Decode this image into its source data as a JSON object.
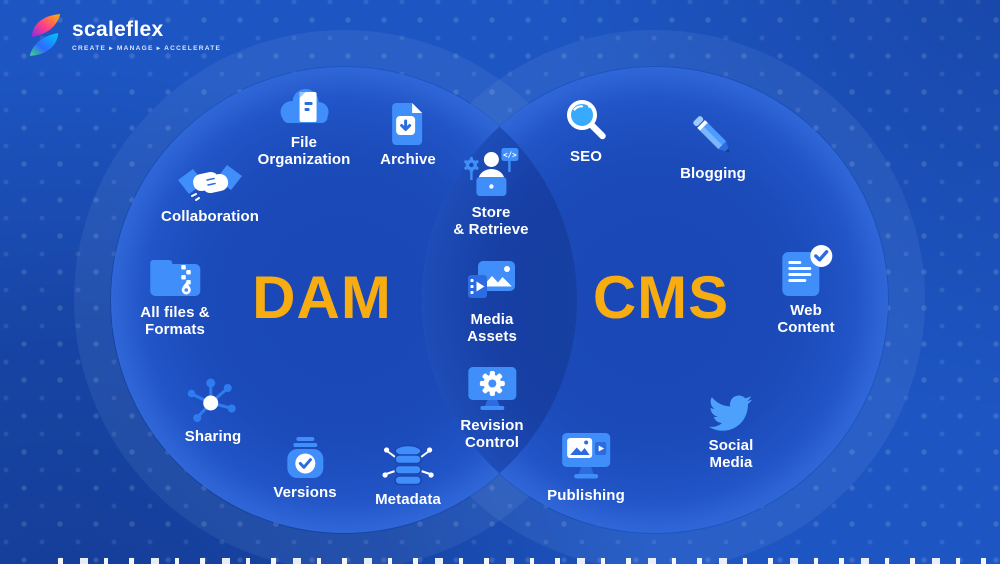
{
  "logo": {
    "brand": "scaleflex",
    "tagline": "CREATE ▸ MANAGE ▸ ACCELERATE"
  },
  "venn": {
    "left_title": "DAM",
    "right_title": "CMS",
    "left_items": [
      {
        "label": "File\nOrganization",
        "icon": "cloud-file-icon"
      },
      {
        "label": "Archive",
        "icon": "archive-download-icon"
      },
      {
        "label": "Collaboration",
        "icon": "handshake-icon"
      },
      {
        "label": "All files &\nFormats",
        "icon": "folder-files-icon"
      },
      {
        "label": "Sharing",
        "icon": "share-network-icon"
      },
      {
        "label": "Versions",
        "icon": "versions-check-icon"
      }
    ],
    "overlap_items": [
      {
        "label": "Store\n& Retrieve",
        "icon": "user-workstation-icon"
      },
      {
        "label": "Media\nAssets",
        "icon": "media-assets-icon"
      },
      {
        "label": "Revision\nControl",
        "icon": "revision-gear-icon"
      },
      {
        "label": "Metadata",
        "icon": "database-icon"
      }
    ],
    "right_items": [
      {
        "label": "SEO",
        "icon": "magnifier-icon"
      },
      {
        "label": "Blogging",
        "icon": "pencil-icon"
      },
      {
        "label": "Web\nContent",
        "icon": "document-check-icon"
      },
      {
        "label": "Social\nMedia",
        "icon": "twitter-bird-icon"
      },
      {
        "label": "Publishing",
        "icon": "monitor-publish-icon"
      }
    ]
  },
  "colors": {
    "background": "#1D55C2",
    "circle_fill": "#1A48B6",
    "circle_rim": "#3067D8",
    "overlap_fill": "#16409E",
    "accent_yellow": "#F7AC12",
    "icon_blue": "#3F8EFA",
    "icon_dark_blue": "#2C6BE0",
    "text_white": "#FFFFFF"
  }
}
